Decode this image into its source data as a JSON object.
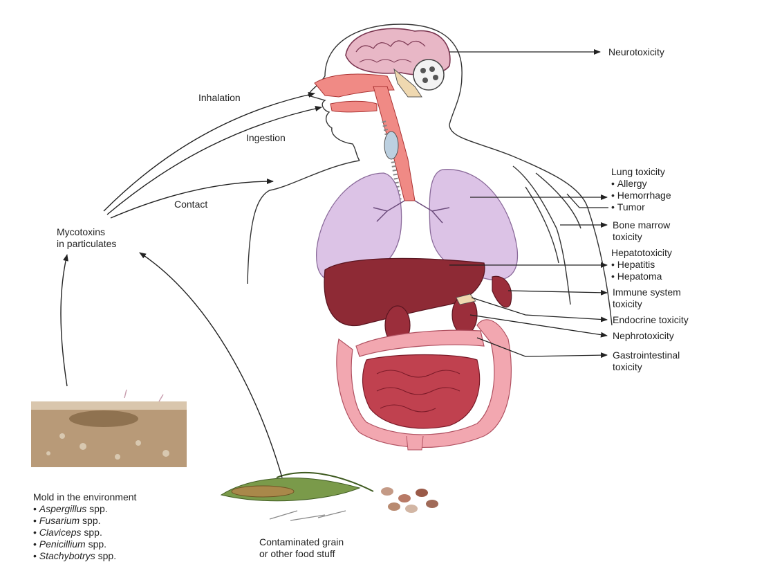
{
  "routes": {
    "inhalation": "Inhalation",
    "ingestion": "Ingestion",
    "contact": "Contact"
  },
  "source": {
    "line1": "Mycotoxins",
    "line2": "in particulates"
  },
  "mold": {
    "title": "Mold in the environment",
    "species": [
      {
        "genus": "Aspergillus",
        "suffix": " spp."
      },
      {
        "genus": "Fusarium",
        "suffix": " spp."
      },
      {
        "genus": "Claviceps",
        "suffix": " spp."
      },
      {
        "genus": "Penicillium",
        "suffix": " spp."
      },
      {
        "genus": "Stachybotrys",
        "suffix": " spp."
      }
    ]
  },
  "grain": {
    "line1": "Contaminated grain",
    "line2": "or other food stuff"
  },
  "effects": {
    "neuro": "Neurotoxicity",
    "lung": {
      "title": "Lung toxicity",
      "items": [
        "Allergy",
        "Hemorrhage",
        "Tumor"
      ]
    },
    "bone": {
      "line1": "Bone marrow",
      "line2": "toxicity"
    },
    "hepato": {
      "title": "Hepatotoxicity",
      "items": [
        "Hepatitis",
        "Hepatoma"
      ]
    },
    "immune": {
      "line1": "Immune system",
      "line2": "toxicity"
    },
    "endocrine": "Endocrine toxicity",
    "nephro": "Nephrotoxicity",
    "gi": {
      "line1": "Gastrointestinal",
      "line2": "toxicity"
    }
  },
  "colors": {
    "line": "#222222",
    "skin_outline": "#333333",
    "brain": "#e8b7c6",
    "airway": "#f08a85",
    "lung": "#dcc3e6",
    "liver": "#8e2a35",
    "kidney": "#9b2e3b",
    "colon": "#f2a7b0",
    "small_intestine": "#c0414f",
    "soil": "#b89a78",
    "corn": "#7a9a4a"
  }
}
